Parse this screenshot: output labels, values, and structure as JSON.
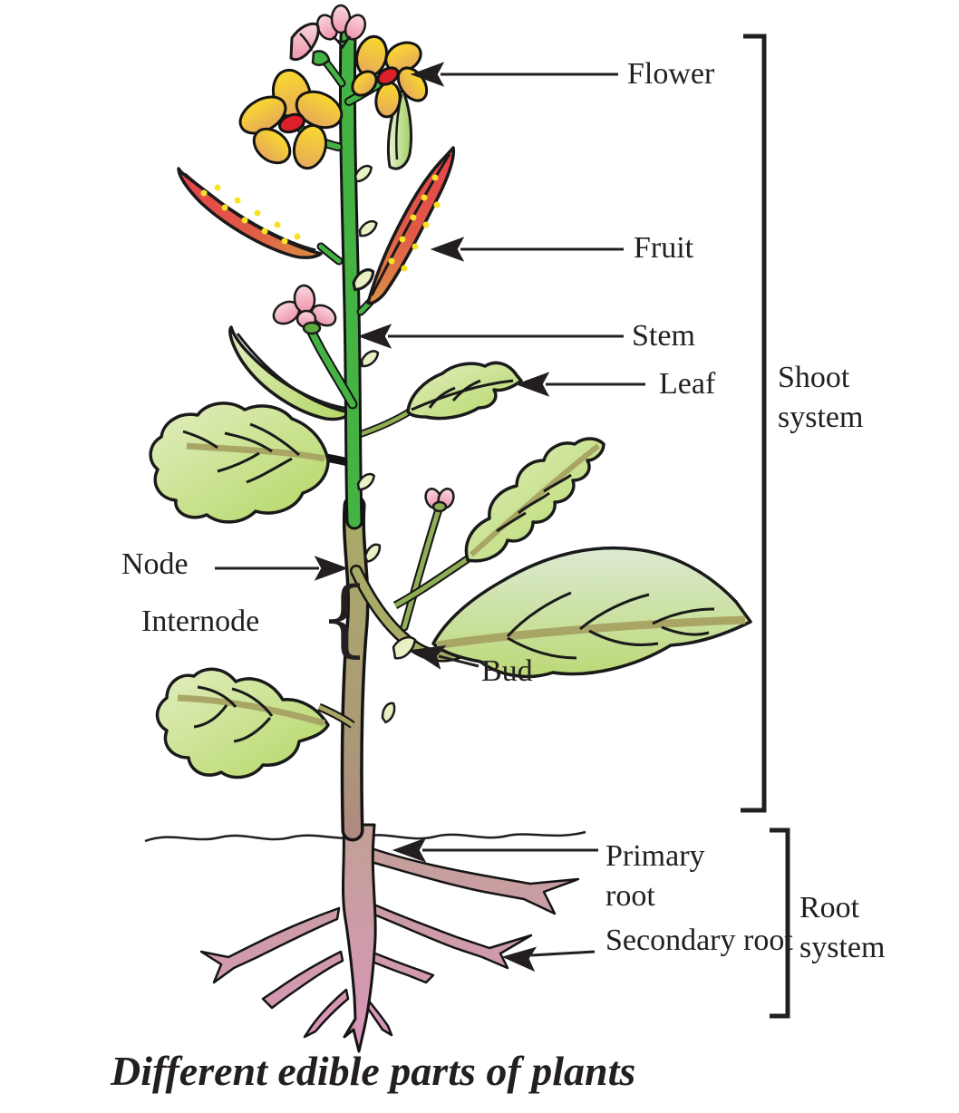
{
  "diagram": {
    "caption": "Different edible parts of plants",
    "internode_brace": "{",
    "labels": {
      "flower": "Flower",
      "fruit": "Fruit",
      "stem": "Stem",
      "leaf": "Leaf",
      "shoot_system": "Shoot system",
      "node": "Node",
      "internode": "Internode",
      "bud": "Bud",
      "primary_root": "Primary root",
      "secondary_root": "Secondary root",
      "root_system": "Root system"
    },
    "colors": {
      "text": "#231f20",
      "line": "#231f20",
      "stem_green": "#45b343",
      "stem_olive": "#a9ab66",
      "stem_brown": "#b08a80",
      "leaf_fill": "#c6df8e",
      "leaf_vein_olive": "#a8a565",
      "pod_red": "#e8434b",
      "pod_orange": "#dc8f44",
      "pod_dot_yellow": "#f7e324",
      "petal_yellow": "#f9d92e",
      "petal_orange": "#e6a95a",
      "flower_center_red": "#dc1f28",
      "petal_pink": "#f5bcc8",
      "root_pink": "#cf9bab"
    }
  }
}
